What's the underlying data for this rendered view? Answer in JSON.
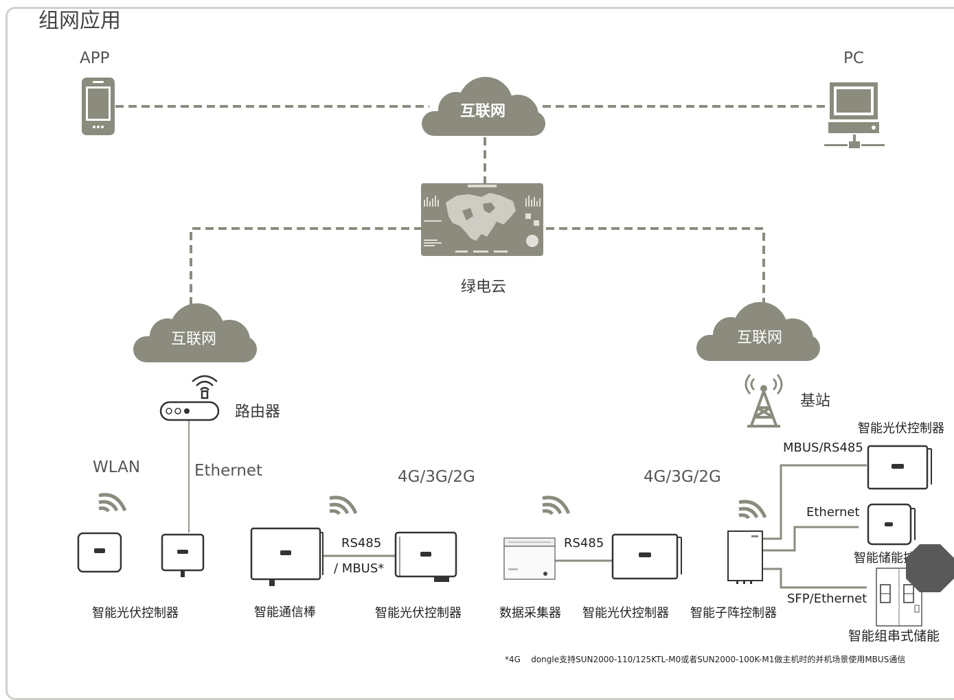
{
  "title": "组网应用",
  "top": {
    "app_label": "APP",
    "pc_label": "PC",
    "internet_label": "互联网",
    "cloud_platform_label": "绿电云"
  },
  "left_branch": {
    "internet_label": "互联网",
    "router_label": "路由器",
    "wlan_label": "WLAN",
    "ethernet_label": "Ethernet"
  },
  "right_branch": {
    "internet_label": "互联网",
    "base_station_label": "基站"
  },
  "network_labels": {
    "cellular_1": "4G/3G/2G",
    "cellular_2": "4G/3G/2G",
    "rs485_mbus_1": "RS485",
    "rs485_mbus_2": "/ MBUS*",
    "rs485": "RS485",
    "mbus_rs485": "MBUS/RS485",
    "ethernet": "Ethernet",
    "sfp_ethernet": "SFP/Ethernet"
  },
  "devices": {
    "pv_controller_group1": "智能光伏控制器",
    "smart_dongle": "智能通信棒",
    "pv_controller_group2": "智能光伏控制器",
    "data_collector": "数据采集器",
    "pv_controller_group3": "智能光伏控制器",
    "subarray_controller": "智能子阵控制器",
    "pv_controller_right": "智能光伏控制器",
    "storage_controller": "智能储能控",
    "string_storage": "智能组串式储能"
  },
  "footnote": "*4G    dongle支持SUN2000-110/125KTL-M0或者SUN2000-100K-M1做主机时的并机场景使用MBUS通信",
  "colors": {
    "cloud": "#8b8b7e",
    "line": "#8b8b7e",
    "device_stroke": "#333333",
    "frame": "#cfcfcc"
  }
}
